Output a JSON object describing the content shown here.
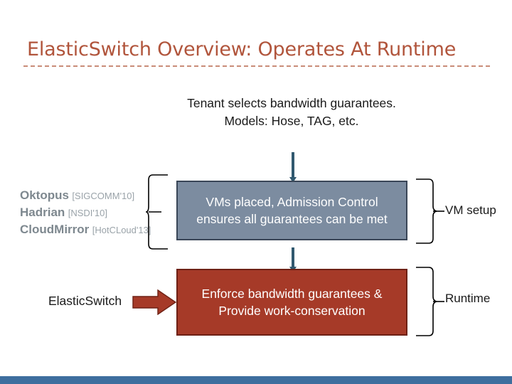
{
  "slide": {
    "title": "ElasticSwitch Overview: Operates At Runtime",
    "title_color": "#B1553C",
    "accent_bar_color": "#3E6E9E",
    "background_color": "#FFFFFF"
  },
  "tenant_caption": {
    "text": "Tenant selects bandwidth guarantees. Models: Hose, TAG, etc."
  },
  "citations": [
    {
      "name": "Oktopus",
      "reference": "[SIGCOMM'10]"
    },
    {
      "name": "Hadrian",
      "reference": "[NSDI'10]"
    },
    {
      "name": "CloudMirror",
      "reference": "[HotCLoud'13]"
    }
  ],
  "boxes": {
    "admission": {
      "text": "VMs placed,  Admission Control ensures all guarantees can be met",
      "fill": "#7C8CA0",
      "border": "#3A4657",
      "text_color": "#FFFFFF"
    },
    "enforce": {
      "text": "Enforce bandwidth guarantees & Provide work-conservation",
      "fill": "#A63A28",
      "border": "#6E2115",
      "text_color": "#FFFFFF"
    }
  },
  "elasticswitch_label": {
    "text": "ElasticSwitch"
  },
  "side_labels": {
    "vm_setup": "VM setup",
    "runtime": "Runtime"
  },
  "arrow_color": "#31596F",
  "block_arrow_color": "#A63A28"
}
